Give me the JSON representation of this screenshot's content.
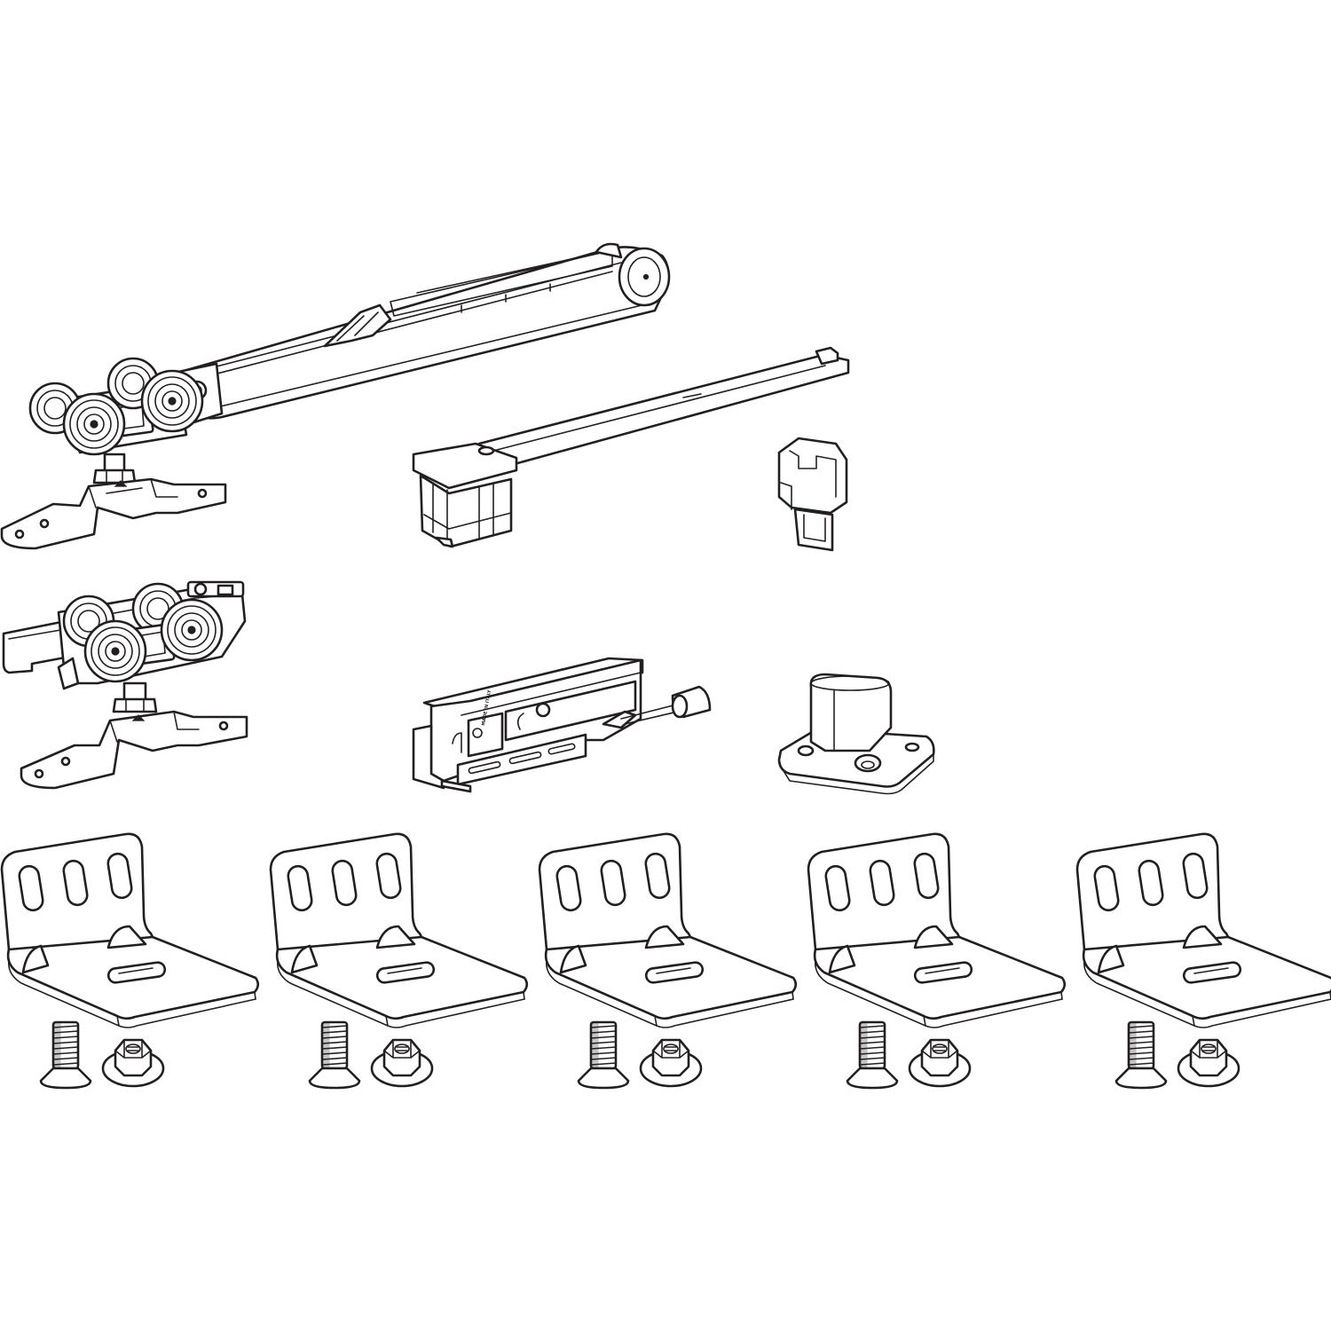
{
  "diagram": {
    "components": [
      {
        "id": "soft-close-damper-with-roller-carriage",
        "name": "damper-carriage"
      },
      {
        "id": "activator-bar",
        "name": "activator-bar"
      },
      {
        "id": "track-stopper",
        "name": "track-stopper"
      },
      {
        "id": "roller-carriage",
        "name": "roller-carriage"
      },
      {
        "id": "damper-trigger",
        "name": "damper-trigger"
      },
      {
        "id": "floor-guide",
        "name": "floor-guide"
      }
    ],
    "bracket_count": 5,
    "damper_marking": "MADE IN ITALY",
    "line_color": "#231f20"
  }
}
